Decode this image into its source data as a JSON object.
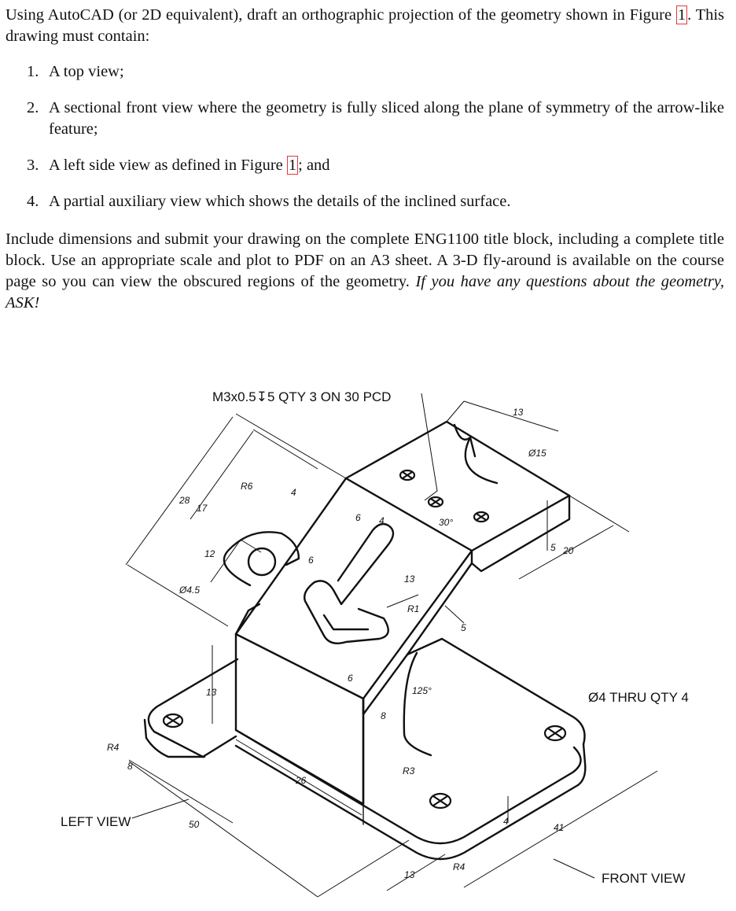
{
  "intro": {
    "part1": "Using AutoCAD (or 2D equivalent), draft an orthographic projection of the geometry shown in Figure ",
    "fig_ref": "1",
    "part2": ". This drawing must contain:"
  },
  "requirements": [
    {
      "num": "1.",
      "text": "A top view;"
    },
    {
      "num": "2.",
      "text": "A sectional front view where the geometry is fully sliced along the plane of symmetry of the arrow-like feature;"
    },
    {
      "num": "3.",
      "text_before": "A left side view as defined in Figure ",
      "fig_ref": "1",
      "text_after": "; and"
    },
    {
      "num": "4.",
      "text": "A partial auxiliary view which shows the details of the inclined surface."
    }
  ],
  "outro": {
    "text": "Include dimensions and submit your drawing on the complete ENG1100 title block, including a complete title block. Use an appropriate scale and plot to PDF on an A3 sheet. A 3-D fly-around is available on the course page so you can view the obscured regions of the geometry. ",
    "emphasis": "If you have any questions about the geometry, ASK!"
  },
  "figure": {
    "callouts": {
      "tapped_hole": "M3x0.5↧5 QTY 3 ON 30 PCD",
      "thru_holes": "Ø4 THRU QTY 4",
      "left_view": "LEFT VIEW",
      "front_view": "FRONT VIEW"
    },
    "dims": {
      "d13_top": "13",
      "d15_dia": "Ø15",
      "d5_step": "5",
      "d20": "20",
      "d28": "28",
      "d17": "17",
      "d12": "12",
      "r6": "R6",
      "d4_a": "4",
      "d6_a": "6",
      "d4_b": "4",
      "d6_b": "6",
      "d45_dia": "Ø4.5",
      "d13_slot": "13",
      "r1": "R1",
      "d30_deg": "30°",
      "d5_thick": "5",
      "d6_c": "6",
      "d125_deg": "125°",
      "d8_a": "8",
      "d13_side": "13",
      "r4_left": "R4",
      "d8_left": "8",
      "d26": "26",
      "r3": "R3",
      "d50": "50",
      "d4_base": "4",
      "d41": "41",
      "d13_bottom": "13",
      "r4_bottom": "R4"
    }
  }
}
